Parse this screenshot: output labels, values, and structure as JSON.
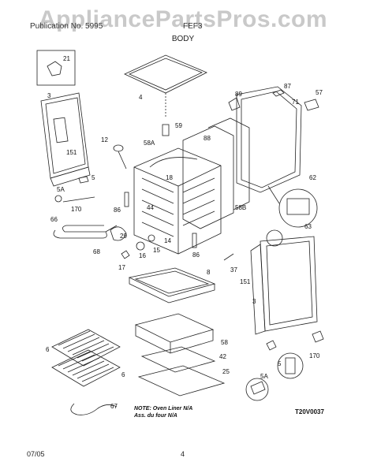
{
  "watermark": "AppliancePartsPros.com",
  "header_left": "Publication No. 5995",
  "header_right": "FEF3",
  "section_title": "BODY",
  "footer_date": "07/05",
  "page_number": "4",
  "diagram_code": "T20V0037",
  "note_line1": "NOTE: Oven Liner N/A",
  "note_line2": "Ass. du four N/A",
  "callouts": [
    "21",
    "3",
    "151",
    "4",
    "89",
    "87",
    "71",
    "57",
    "59",
    "12",
    "58A",
    "88",
    "18",
    "62",
    "5",
    "5A",
    "170",
    "66",
    "86",
    "44",
    "58B",
    "29",
    "63",
    "14",
    "68",
    "16",
    "15",
    "86",
    "37",
    "151",
    "17",
    "8",
    "3",
    "6",
    "58",
    "42",
    "25",
    "6",
    "5",
    "170",
    "5A",
    "67"
  ]
}
